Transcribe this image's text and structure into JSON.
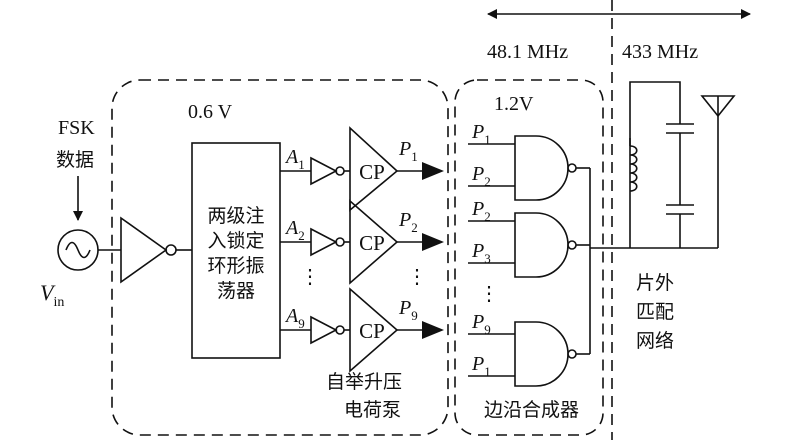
{
  "freq_left": "48.1 MHz",
  "freq_right": "433 MHz",
  "input_label_line1": "FSK",
  "input_label_line2": "数据",
  "vin_main": "V",
  "vin_sub": "in",
  "supply_low": "0.6 V",
  "supply_high": "1.2V",
  "oscillator_lines": [
    "两级注",
    "入锁定",
    "环形振",
    "荡器"
  ],
  "a_signals": [
    {
      "main": "A",
      "sub": "1"
    },
    {
      "main": "A",
      "sub": "2"
    },
    {
      "main": "A",
      "sub": "9"
    }
  ],
  "p_signals": [
    {
      "main": "P",
      "sub": "1"
    },
    {
      "main": "P",
      "sub": "2"
    },
    {
      "main": "P",
      "sub": "9"
    }
  ],
  "cp_label": "CP",
  "and_inputs": [
    [
      {
        "main": "P",
        "sub": "1"
      },
      {
        "main": "P",
        "sub": "2"
      }
    ],
    [
      {
        "main": "P",
        "sub": "2"
      },
      {
        "main": "P",
        "sub": "3"
      }
    ],
    [
      {
        "main": "P",
        "sub": "9"
      },
      {
        "main": "P",
        "sub": "1"
      }
    ]
  ],
  "charge_pump_label": [
    "自举升压",
    "电荷泵"
  ],
  "edge_combiner_label": "边沿合成器",
  "matching_label": [
    "片外",
    "匹配",
    "网络"
  ],
  "ellipsis": "⋮"
}
